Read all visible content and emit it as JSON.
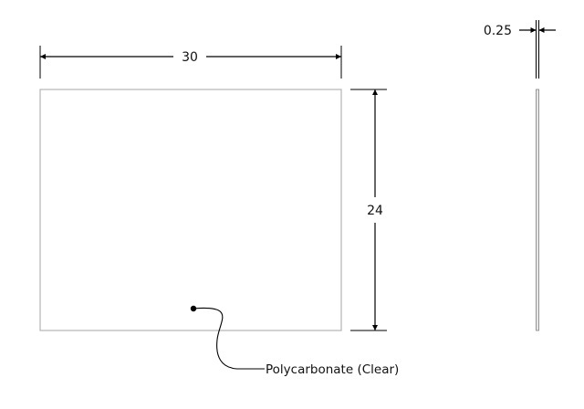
{
  "dimensions": {
    "width": "30",
    "height": "24",
    "thickness": "0.25"
  },
  "callout": {
    "material": "Polycarbonate (Clear)"
  },
  "colors": {
    "part_outline": "#b3b3b3",
    "dimension_line": "#000000",
    "text": "#111111"
  }
}
